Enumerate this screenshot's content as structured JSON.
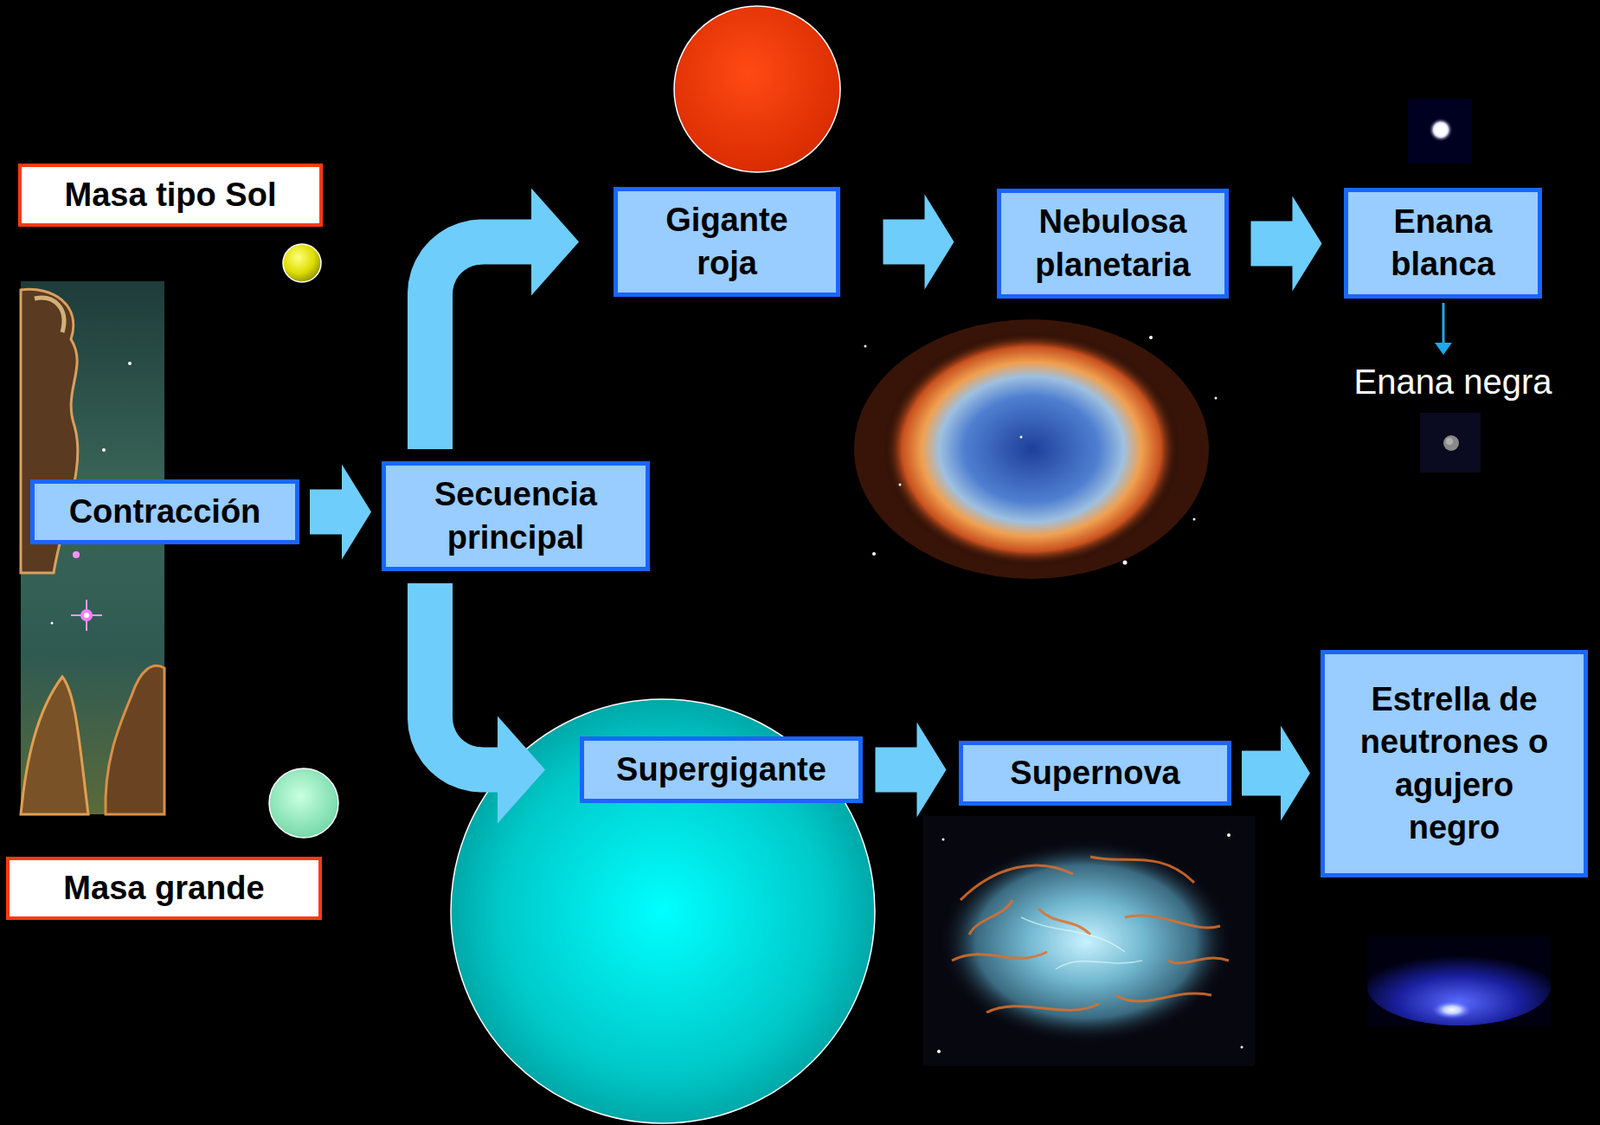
{
  "diagram": {
    "nodes": [
      {
        "text": [
          "Masa tipo Sol"
        ]
      },
      {
        "text": [
          "Contracción"
        ]
      },
      {
        "text": [
          "Secuencia principal"
        ]
      },
      {
        "text": [
          "Gigante roja"
        ]
      },
      {
        "text": [
          "Nebulosa planetaria"
        ]
      },
      {
        "text": [
          "Enana blanca"
        ]
      },
      {
        "text": [
          "Supergigante"
        ]
      },
      {
        "text": [
          "Supernova"
        ]
      },
      {
        "text": [
          "Estrella de neutrones o agujero negro"
        ]
      },
      {
        "text": [
          "Masa grande"
        ]
      }
    ],
    "edges": [
      {
        "from": 1,
        "to": 2,
        "arrow": "to"
      },
      {
        "from": 2,
        "to": 3,
        "arrow": "to"
      },
      {
        "from": 3,
        "to": 4,
        "arrow": "to"
      },
      {
        "from": 4,
        "to": 5,
        "arrow": "to"
      },
      {
        "from": 2,
        "to": 6,
        "arrow": "to"
      },
      {
        "from": 6,
        "to": 7,
        "arrow": "to"
      },
      {
        "from": 7,
        "to": 8,
        "arrow": "to"
      }
    ],
    "labels": [
      "Enana negra"
    ]
  }
}
